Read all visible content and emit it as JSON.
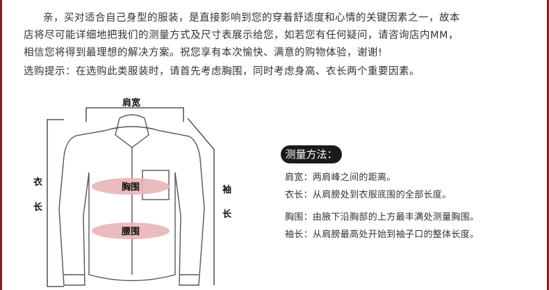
{
  "intro": {
    "line1": "亲，买对适合自己身型的服装，是直接影响到您的穿着舒适度和心情的关键因素之一，故本",
    "line2": "店将尽可能详细地把我们的测量方式及尺寸表展示给您，如若您有任何疑问，请咨询店内MM，",
    "line3": "相信您将得到最理想的解决方案。祝您享有本次愉快、满意的购物体验，谢谢!"
  },
  "tip": "选购提示：在选购此类服装时，请首先考虑胸围，同时考虑身高、衣长两个重要因素。",
  "diagram": {
    "shoulder_label": "肩宽",
    "length_label_1": "衣",
    "length_label_2": "长",
    "sleeve_label_1": "袖",
    "sleeve_label_2": "长",
    "chest_label": "胸围",
    "waist_label": "腰围",
    "pill_color": "#e8b4b8"
  },
  "method": {
    "title": "测量方法：",
    "shoulder": "肩宽：两肩峰之间的距离。",
    "length": "衣长：从肩膀处到衣服底围的全部长度。",
    "chest": "胸围：由腋下沿胸部的上方最丰满处测量胸围。",
    "sleeve": "袖长：从肩膀最高处开始到袖子口的整体长度。"
  },
  "colors": {
    "frame": "#8b1a1a",
    "badge": "#1a1a1a"
  }
}
